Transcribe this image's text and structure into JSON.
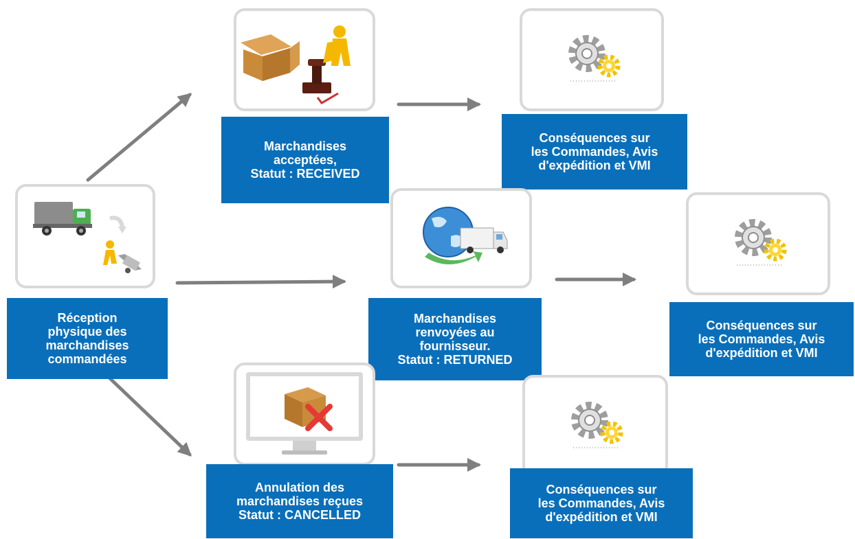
{
  "colors": {
    "label_background": "#0a6fba",
    "label_text": "#ffffff",
    "arrow": "#7f7f7f",
    "frame_border": "#d9d9d9"
  },
  "nodes": {
    "reception": {
      "icon": "truck-delivery-worker-icon",
      "lines": [
        "Réception",
        "physique des",
        "marchandises",
        "commandées"
      ]
    },
    "accepted": {
      "icon": "box-and-stamp-icon",
      "lines": [
        "Marchandises",
        "acceptées,",
        "Statut  : RECEIVED"
      ]
    },
    "returned": {
      "icon": "globe-truck-icon",
      "lines": [
        "Marchandises",
        "renvoyées au",
        "fournisseur.",
        "Statut  : RETURNED"
      ]
    },
    "cancelled": {
      "icon": "monitor-box-cross-icon",
      "lines": [
        "Annulation des",
        "marchandises reçues",
        "Statut  : CANCELLED"
      ]
    },
    "consequences_top": {
      "icon": "gears-icon",
      "lines": [
        "Conséquences sur",
        "les Commandes, Avis",
        "d'expédition et VMI"
      ]
    },
    "consequences_middle": {
      "icon": "gears-icon",
      "lines": [
        "Conséquences sur",
        "les Commandes, Avis",
        "d'expédition et VMI"
      ]
    },
    "consequences_bottom": {
      "icon": "gears-icon",
      "lines": [
        "Conséquences sur",
        "les Commandes, Avis",
        "d'expédition et VMI"
      ]
    }
  }
}
